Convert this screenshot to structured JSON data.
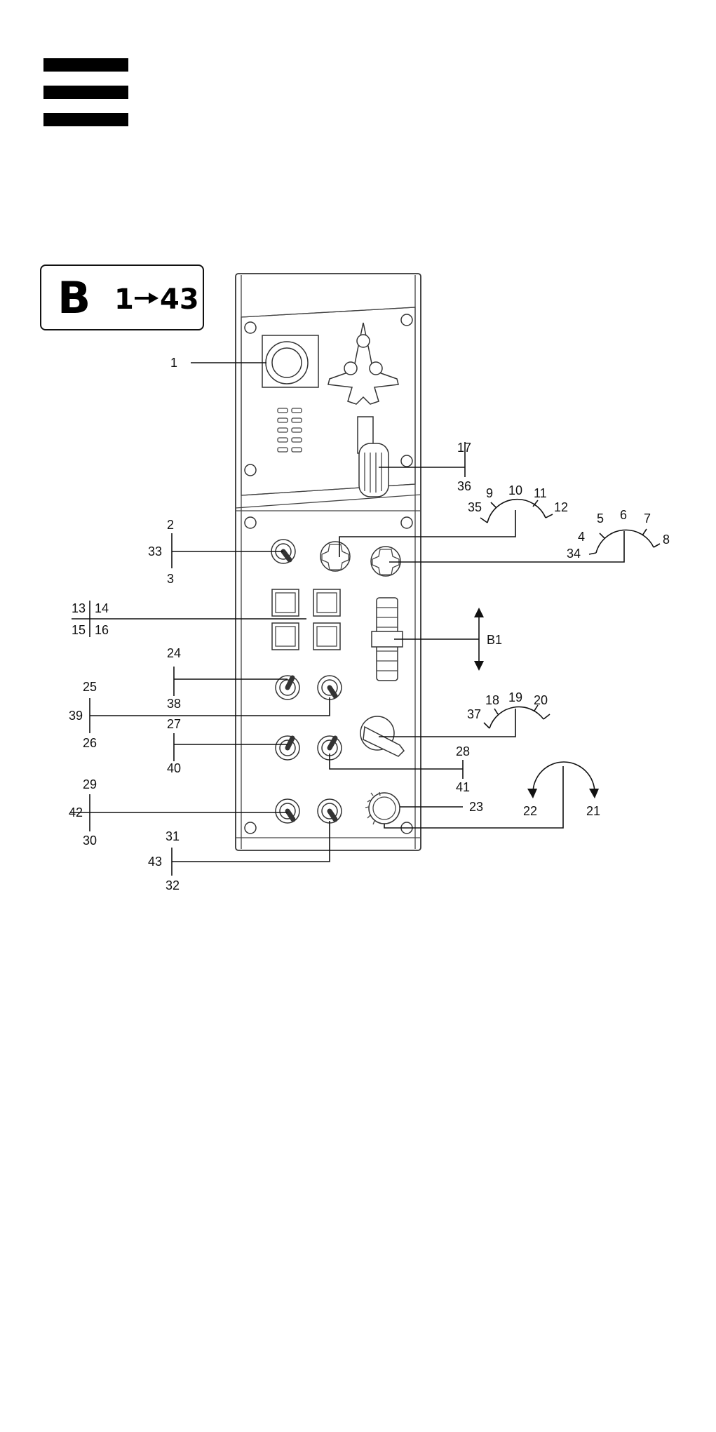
{
  "menu": {
    "icon": "hamburger-menu-icon"
  },
  "badge": {
    "letter": "B",
    "range_start": "1",
    "range_end": "43",
    "arrow_icon": "right-arrow-icon"
  },
  "labels": {
    "l1": "1",
    "l2": "2",
    "l3": "3",
    "l4": "4",
    "l5": "5",
    "l6": "6",
    "l7": "7",
    "l8": "8",
    "l9": "9",
    "l10": "10",
    "l11": "11",
    "l12": "12",
    "l13": "13",
    "l14": "14",
    "l15": "15",
    "l16": "16",
    "l17": "17",
    "l18": "18",
    "l19": "19",
    "l20": "20",
    "l21": "21",
    "l22": "22",
    "l23": "23",
    "l24": "24",
    "l25": "25",
    "l26": "26",
    "l27": "27",
    "l28": "28",
    "l29": "29",
    "l30": "30",
    "l31": "31",
    "l32": "32",
    "l33": "33",
    "l34": "34",
    "l35": "35",
    "l36": "36",
    "l37": "37",
    "l38": "38",
    "l39": "39",
    "l40": "40",
    "l41": "41",
    "l42": "42",
    "l43": "43",
    "b1": "B1"
  }
}
